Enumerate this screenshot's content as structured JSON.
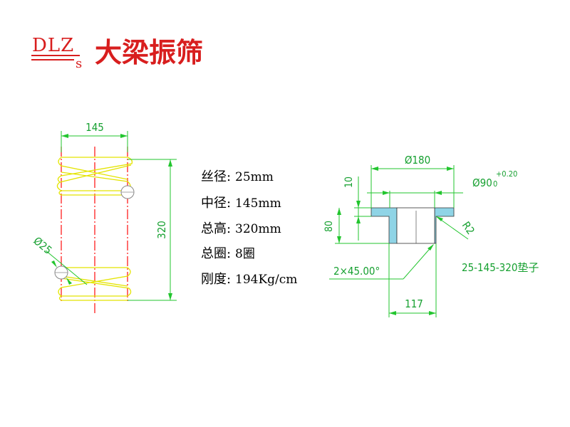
{
  "logo": {
    "latin": "DLZ",
    "sub": "s",
    "chinese": "大梁振筛"
  },
  "spring": {
    "dim_width": "145",
    "dim_height": "320",
    "dim_wire": "Ø25"
  },
  "specs": [
    {
      "label": "丝径",
      "value": "25mm"
    },
    {
      "label": "中径",
      "value": "145mm"
    },
    {
      "label": "总高",
      "value": "320mm"
    },
    {
      "label": "总圈",
      "value": "8圈"
    },
    {
      "label": "刚度",
      "value": "194Kg/cm"
    }
  ],
  "pad": {
    "dim_outer": "Ø180",
    "dim_flange": "10",
    "dim_bore": "Ø90",
    "tol_upper": "+0.20",
    "tol_lower": "0",
    "dim_height": "80",
    "dim_radius": "R2",
    "dim_chamfer": "2×45.00°",
    "dim_base": "117",
    "part_name": "25-145-320垫子"
  },
  "colors": {
    "brand": "#d81e1e",
    "dimension": "#22c52e",
    "coil": "#e4e400",
    "centerline": "#ff1e1e",
    "pad_fill": "#8fd4e6"
  }
}
